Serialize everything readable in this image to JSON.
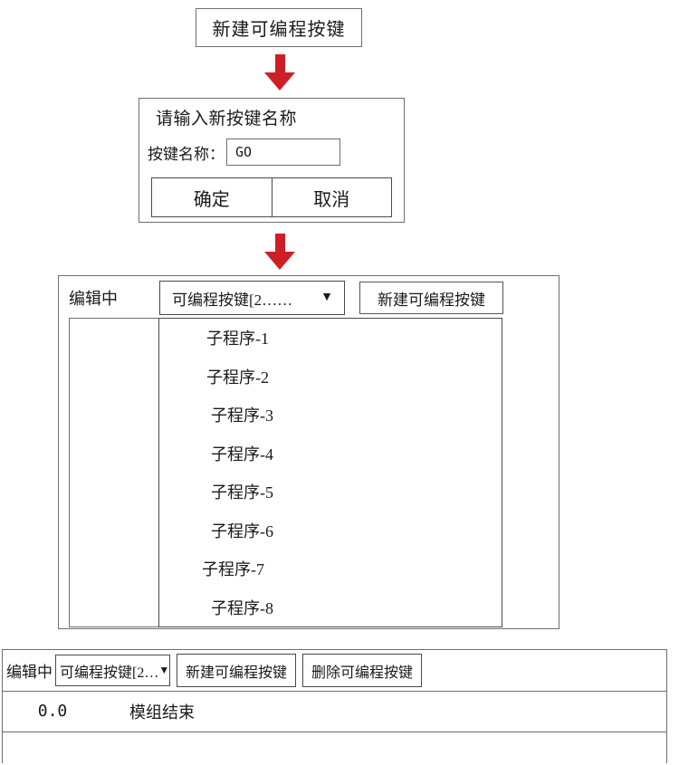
{
  "step1": {
    "label": "新建可编程按键"
  },
  "arrows": {
    "color": "#cd2026",
    "first": "down-arrow",
    "second": "down-arrow"
  },
  "dialog": {
    "title": "请输入新按键名称",
    "field_label": "按键名称：",
    "name_value": "GO",
    "name_placeholder": "",
    "ok_label": "确定",
    "cancel_label": "取消"
  },
  "editor": {
    "status_label": "编辑中",
    "key_select_value": "可编程按键[2……",
    "key_select_caret": "▼",
    "new_key_label": "新建可编程按键",
    "subprograms": [
      "子程序-1",
      "子程序-2",
      "子程序-3",
      "子程序-4",
      "子程序-5",
      "子程序-6",
      "子程序-7",
      "子程序-8"
    ]
  },
  "bottom": {
    "status_label": "编辑中",
    "key_select_value": "可编程按键[2…",
    "key_select_caret": "▼",
    "new_key_label": "新建可编程按键",
    "delete_key_label": "删除可编程按键",
    "program_row": {
      "index": "0.0",
      "name": "模组结束"
    }
  }
}
